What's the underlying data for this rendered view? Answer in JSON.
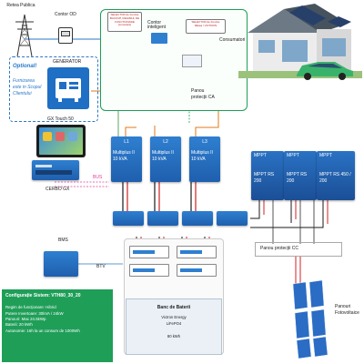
{
  "grid": {
    "title": "Retea Publica",
    "meter_label": "Contor OD"
  },
  "optional": {
    "title": "Optional!",
    "generator_label": "GENERATOR",
    "note": "Furnizarea este in Scopul Clientului"
  },
  "selector_backup": {
    "text": "SELECTOR de Functie BACKUP, REGIMUL DE FUNCTIONARE (comutare)"
  },
  "smart_meter": {
    "label": "Contor inteligent"
  },
  "selector_bypass": {
    "text": "SELECTOR de Functie REtea / VICTRON"
  },
  "consumers": {
    "label": "Consumatori"
  },
  "ac_panel": {
    "label": "Panou protecții CA"
  },
  "gx_touch": {
    "label": "GX Touch 50"
  },
  "cerbo": {
    "label": "CERBO GX"
  },
  "bus_label": "BUS",
  "inverters": [
    {
      "phase": "L1",
      "model": "Multiplus II",
      "power": "10 kVA"
    },
    {
      "phase": "L2",
      "model": "Multiplus II",
      "power": "10 kVA"
    },
    {
      "phase": "L3",
      "model": "Multiplus II",
      "power": "10 kVA"
    }
  ],
  "mppts": [
    {
      "name": "MPPT",
      "model": "MPPT RS",
      "rating": "200"
    },
    {
      "name": "MPPT",
      "model": "MPPT RS",
      "rating": "200"
    },
    {
      "name": "MPPT",
      "model": "MPPT RS 450 /",
      "rating": "200"
    }
  ],
  "dc_panel": {
    "label": "Panou protecții CC"
  },
  "bms": {
    "label": "BMS"
  },
  "btv": {
    "label": "BTV"
  },
  "config": {
    "title": "Configurație Sistem: VTH80_30_20",
    "lines": [
      "Regim de funcționare: Hibrid",
      "Putere Invertoare: 30kVA / 24kW",
      "Panouri: Max 24.5kWp",
      "Baterii: 20 kWh",
      "Autonomie: 16h la un consum de 1000Wh"
    ]
  },
  "battery_bank": {
    "title": "Banc de Baterii",
    "brand": "Victron Energy",
    "chemistry": "LiFePO4",
    "capacity": "80 kWh"
  },
  "pv": {
    "label": "Panouri Fotovoltaice"
  }
}
